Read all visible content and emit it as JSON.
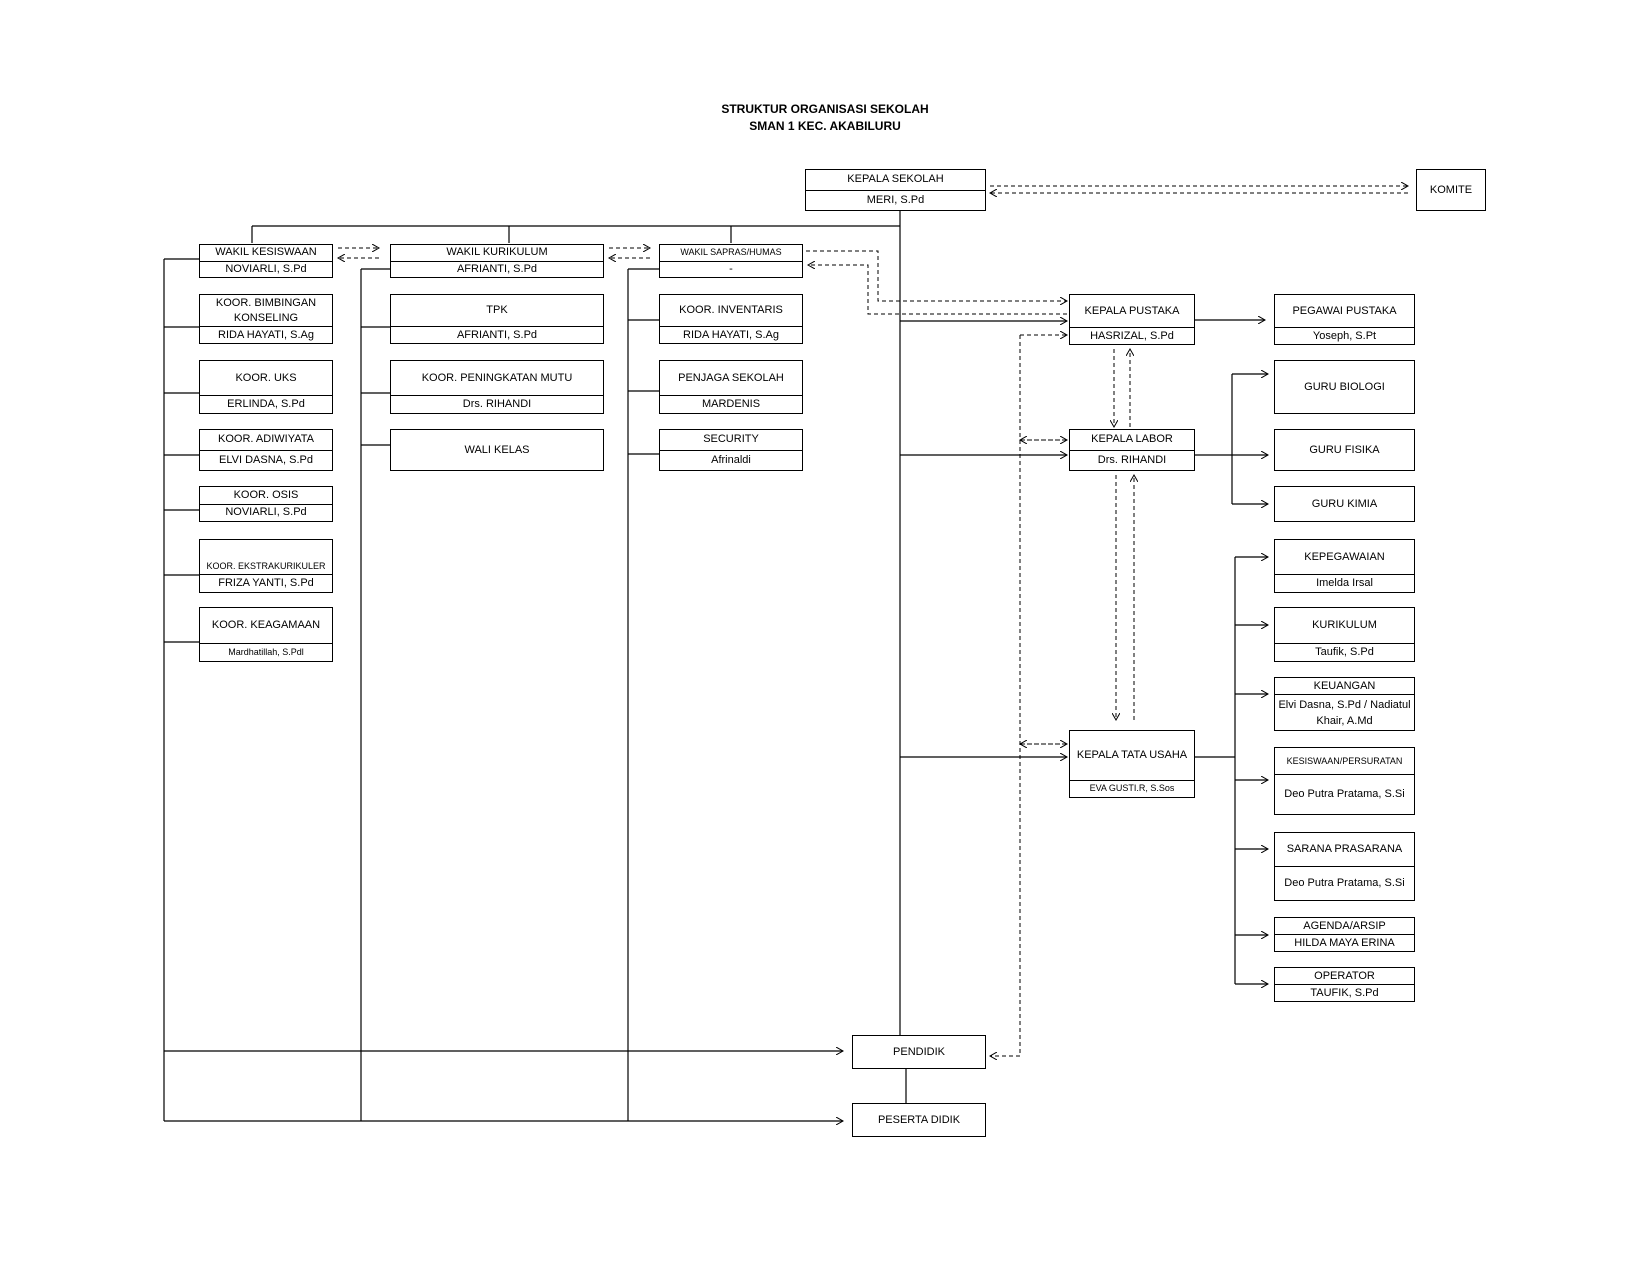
{
  "title": {
    "line1": "STRUKTUR ORGANISASI SEKOLAH",
    "line2": "SMAN 1 KEC. AKABILURU"
  },
  "boxes": {
    "kepala_sekolah": {
      "role": "KEPALA SEKOLAH",
      "name": "MERI, S.Pd"
    },
    "komite": {
      "role": "KOMITE"
    },
    "wakil_kesiswaan": {
      "role": "WAKIL KESISWAAN",
      "name": "NOVIARLI, S.Pd"
    },
    "wakil_kurikulum": {
      "role": "WAKIL KURIKULUM",
      "name": "AFRIANTI, S.Pd"
    },
    "wakil_sapras": {
      "role": "WAKIL SAPRAS/HUMAS",
      "name": "-"
    },
    "koor_bk": {
      "role": "KOOR. BIMBINGAN KONSELING",
      "name": "RIDA HAYATI, S.Ag"
    },
    "koor_uks": {
      "role": "KOOR. UKS",
      "name": "ERLINDA, S.Pd"
    },
    "koor_adiwiyata": {
      "role": "KOOR. ADIWIYATA",
      "name": "ELVI DASNA, S.Pd"
    },
    "koor_osis": {
      "role": "KOOR. OSIS",
      "name": "NOVIARLI, S.Pd"
    },
    "koor_ekskul": {
      "role": "KOOR. EKSTRAKURIKULER",
      "name": "FRIZA YANTI, S.Pd"
    },
    "koor_keagamaan": {
      "role": "KOOR. KEAGAMAAN",
      "name": "Mardhatillah, S.Pdl"
    },
    "tpk": {
      "role": "TPK",
      "name": "AFRIANTI, S.Pd"
    },
    "koor_mutu": {
      "role": "KOOR. PENINGKATAN MUTU",
      "name": "Drs. RIHANDI"
    },
    "wali_kelas": {
      "role": "WALI KELAS"
    },
    "koor_inventaris": {
      "role": "KOOR. INVENTARIS",
      "name": "RIDA HAYATI, S.Ag"
    },
    "penjaga_sekolah": {
      "role": "PENJAGA SEKOLAH",
      "name": "MARDENIS"
    },
    "security": {
      "role": "SECURITY",
      "name": "Afrinaldi"
    },
    "kepala_pustaka": {
      "role": "KEPALA PUSTAKA",
      "name": "HASRIZAL, S.Pd"
    },
    "pegawai_pustaka": {
      "role": "PEGAWAI PUSTAKA",
      "name": "Yoseph, S.Pt"
    },
    "kepala_labor": {
      "role": "KEPALA LABOR",
      "name": "Drs. RIHANDI"
    },
    "guru_biologi": {
      "role": "GURU BIOLOGI"
    },
    "guru_fisika": {
      "role": "GURU FISIKA"
    },
    "guru_kimia": {
      "role": "GURU KIMIA"
    },
    "kepala_tu": {
      "role": "KEPALA TATA USAHA",
      "name": "EVA GUSTI.R, S.Sos"
    },
    "kepegawaian": {
      "role": "KEPEGAWAIAN",
      "name": "Imelda Irsal"
    },
    "kurikulum": {
      "role": "KURIKULUM",
      "name": "Taufik, S.Pd"
    },
    "keuangan": {
      "role": "KEUANGAN",
      "name": "Elvi Dasna, S.Pd / Nadiatul Khair, A.Md"
    },
    "kesiswaan_persuratan": {
      "role": "KESISWAAN/PERSURATAN",
      "name": "Deo Putra Pratama, S.Si"
    },
    "sarana_prasarana": {
      "role": "SARANA PRASARANA",
      "name": "Deo Putra Pratama, S.Si"
    },
    "agenda_arsip": {
      "role": "AGENDA/ARSIP",
      "name": "HILDA MAYA ERINA"
    },
    "operator": {
      "role": "OPERATOR",
      "name": "TAUFIK, S.Pd"
    },
    "pendidik": {
      "role": "PENDIDIK"
    },
    "peserta_didik": {
      "role": "PESERTA DIDIK"
    }
  }
}
